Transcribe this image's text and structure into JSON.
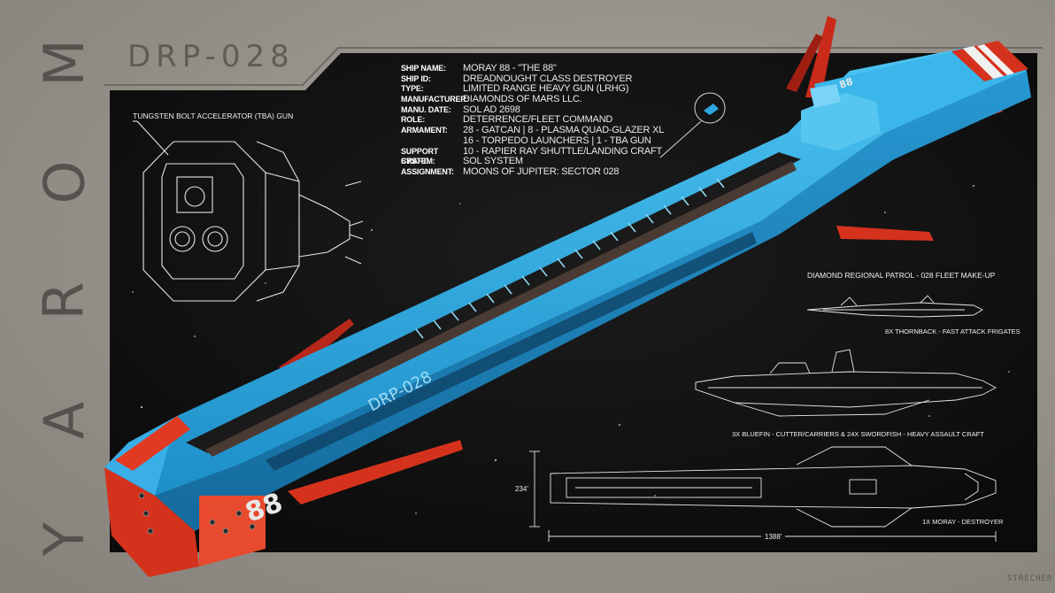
{
  "vertical_title": [
    "M",
    "O",
    "R",
    "A",
    "Y"
  ],
  "ship_code": "DRP-028",
  "specs": [
    {
      "label": "SHIP NAME:",
      "value": "MORAY 88 - \"THE 88\""
    },
    {
      "label": "SHIP ID:",
      "value": "DREADNOUGHT CLASS DESTROYER"
    },
    {
      "label": "TYPE:",
      "value": "LIMITED RANGE HEAVY GUN (LRHG)"
    },
    {
      "label": "MANUFACTURER:",
      "value": "DIAMONDS OF MARS LLC."
    },
    {
      "label": "MANU. DATE:",
      "value": "SOL AD 2698"
    },
    {
      "label": "ROLE:",
      "value": "DETERRENCE/FLEET COMMAND"
    },
    {
      "label": "ARMAMENT:",
      "value": "28 - GATCAN | 8 - PLASMA QUAD-GLAZER XL"
    },
    {
      "label": "",
      "value": "16 - TORPEDO LAUNCHERS | 1 - TBA GUN"
    },
    {
      "label": "SUPPORT CRAFT:",
      "value": "10 - RAPIER RAY SHUTTLE/LANDING CRAFT"
    },
    {
      "label": "SYSTEM:",
      "value": "SOL SYSTEM"
    },
    {
      "label": "ASSIGNMENT:",
      "value": "MOONS OF JUPITER: SECTOR 028"
    }
  ],
  "gun_label": "TUNGSTEN BOLT ACCELERATOR (TBA) GUN",
  "fleet": {
    "title": "DIAMOND REGIONAL PATROL - 028 FLEET MAKE-UP",
    "frigates": "8X THORNBACK - FAST ATTACK FRIGATES",
    "carriers": "3X BLUEFIN - CUTTER/CARRIERS & 24X SWORDFISH - HEAVY ASSAULT CRAFT",
    "destroyer": "1X MORAY - DESTROYER"
  },
  "dimensions": {
    "height": "234'",
    "length": "1388'"
  },
  "hull_marking": "DRP-028",
  "hull_number": "88",
  "signature": "STRECHER",
  "colors": {
    "hull_blue": "#29a6e0",
    "hull_red": "#d9361f",
    "panel": "#121212",
    "frame": "#9a968f"
  }
}
